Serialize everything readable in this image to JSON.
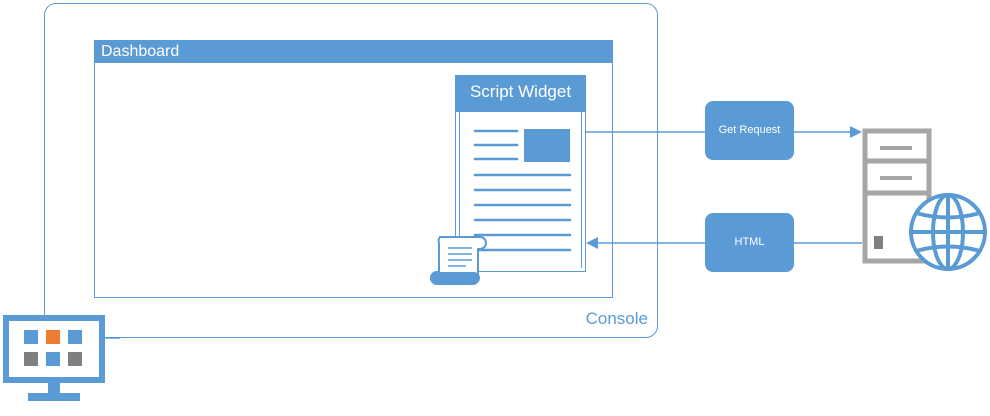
{
  "console": {
    "label": "Console"
  },
  "dashboard": {
    "title": "Dashboard"
  },
  "widget": {
    "title": "Script Widget"
  },
  "flows": {
    "request_label": "Get Request",
    "response_label": "HTML"
  },
  "colors": {
    "accent": "#5b9bd5",
    "tile_orange": "#ed7d31",
    "tile_gray": "#7f7f7f",
    "server_gray": "#a6a6a6"
  },
  "icons": [
    "monitor-icon",
    "script-scroll-icon",
    "server-icon",
    "globe-icon"
  ]
}
